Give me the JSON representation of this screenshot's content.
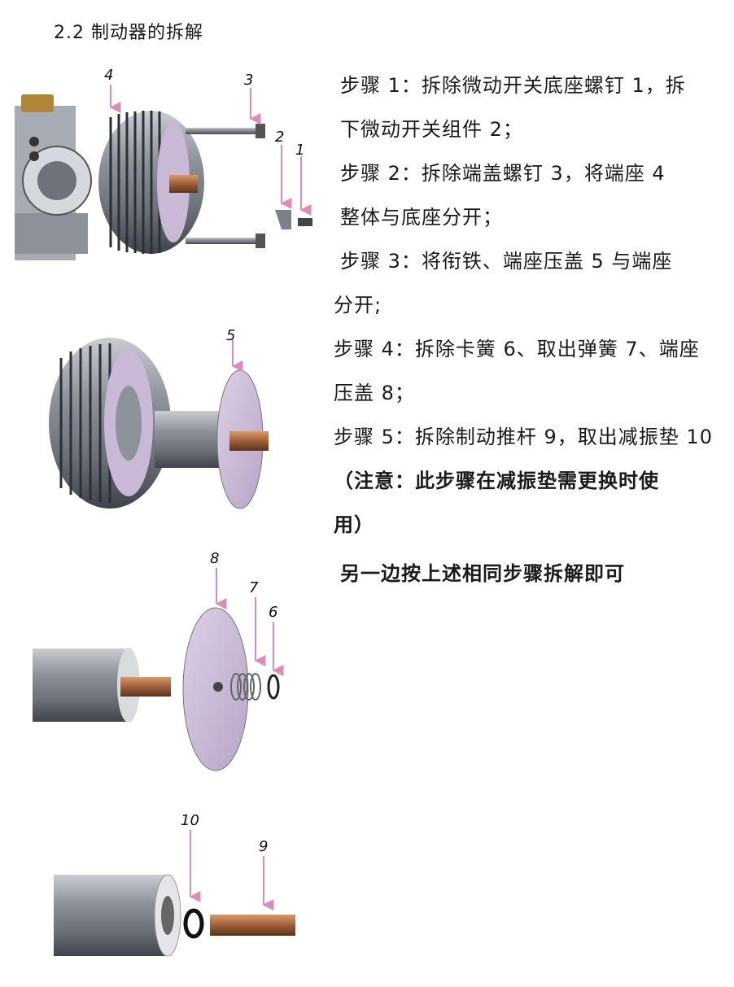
{
  "heading": "2.2  制动器的拆解",
  "steps": {
    "s1a": "步骤 1：拆除微动开关底座螺钉  1，拆",
    "s1b": "下微动开关组件  2；",
    "s2a": "步骤  2：拆除端盖螺钉  3，将端座  4",
    "s2b": "整体与底座分开；",
    "s3a": "步骤 3：将衔铁、端座压盖  5  与端座",
    "s3b": "分开;",
    "s4a": "步骤 4：拆除卡簧 6、取出弹簧 7、端座",
    "s4b": "压盖 8；",
    "s5": "步骤 5：拆除制动推杆 9，取出减振垫 10",
    "note_a": "（注意：此步骤在减振垫需更换时使",
    "note_b": "用）",
    "final": "另一边按上述相同步骤拆解即可"
  },
  "figure_labels": {
    "fig1": [
      "4",
      "3",
      "2",
      "1"
    ],
    "fig2": [
      "5"
    ],
    "fig3": [
      "8",
      "7",
      "6"
    ],
    "fig4": [
      "10",
      "9"
    ]
  },
  "colors": {
    "arrow": "#e8a2c8",
    "disc": "#c9b9d6",
    "bronze": "#a0603a",
    "steel": "#8a8f96"
  }
}
